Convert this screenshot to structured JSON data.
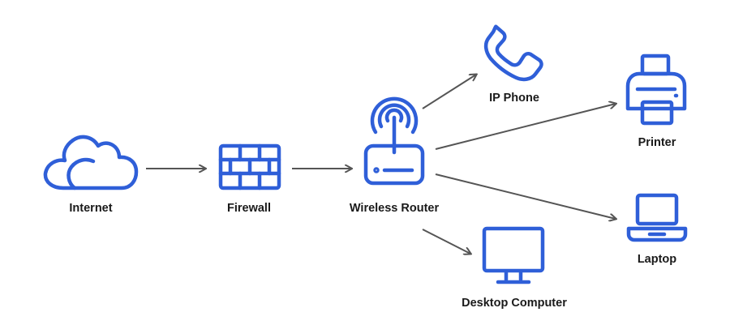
{
  "colors": {
    "icon": "#2f5fd8",
    "arrow": "#555555",
    "text": "#1a1a1a",
    "background": "#ffffff"
  },
  "nodes": {
    "internet": {
      "label": "Internet",
      "icon": "cloud-icon"
    },
    "firewall": {
      "label": "Firewall",
      "icon": "brick-wall-icon"
    },
    "router": {
      "label": "Wireless Router",
      "icon": "wireless-router-icon"
    },
    "ip_phone": {
      "label": "IP Phone",
      "icon": "phone-icon"
    },
    "printer": {
      "label": "Printer",
      "icon": "printer-icon"
    },
    "laptop": {
      "label": "Laptop",
      "icon": "laptop-icon"
    },
    "desktop": {
      "label": "Desktop Computer",
      "icon": "monitor-icon"
    }
  },
  "connections": [
    {
      "from": "internet",
      "to": "firewall"
    },
    {
      "from": "firewall",
      "to": "router"
    },
    {
      "from": "router",
      "to": "ip_phone"
    },
    {
      "from": "router",
      "to": "printer"
    },
    {
      "from": "router",
      "to": "laptop"
    },
    {
      "from": "router",
      "to": "desktop"
    }
  ]
}
